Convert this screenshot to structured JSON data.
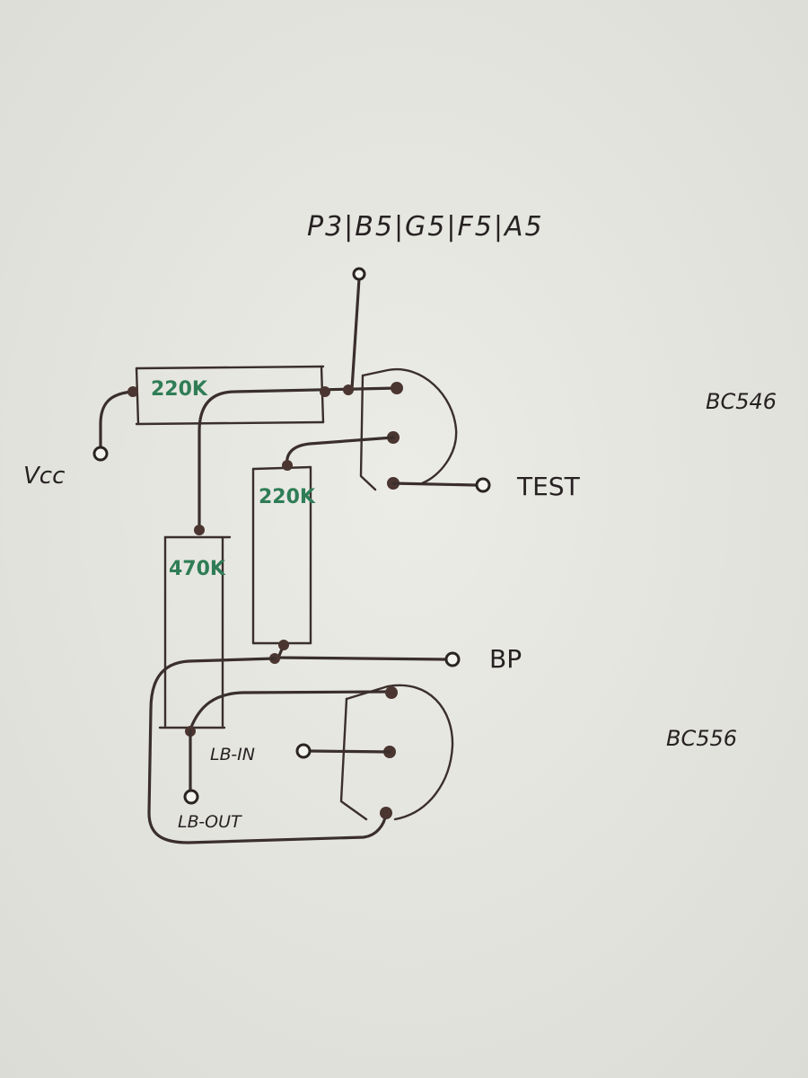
{
  "labels": {
    "pin_label": "P3|B5|G5|F5|A5",
    "vcc": "Vcc",
    "test": "TEST",
    "bp": "BP",
    "lb_in": "LB-IN",
    "lb_out": "LB-OUT",
    "transistor_top": "BC546",
    "transistor_bottom": "BC556"
  },
  "resistors": {
    "r1": "220K",
    "r2": "220K",
    "r3": "470K"
  },
  "colors": {
    "paper": "#e6e6e1",
    "ink": "#3a2f2c",
    "resistor_label": "#2f7d56"
  }
}
